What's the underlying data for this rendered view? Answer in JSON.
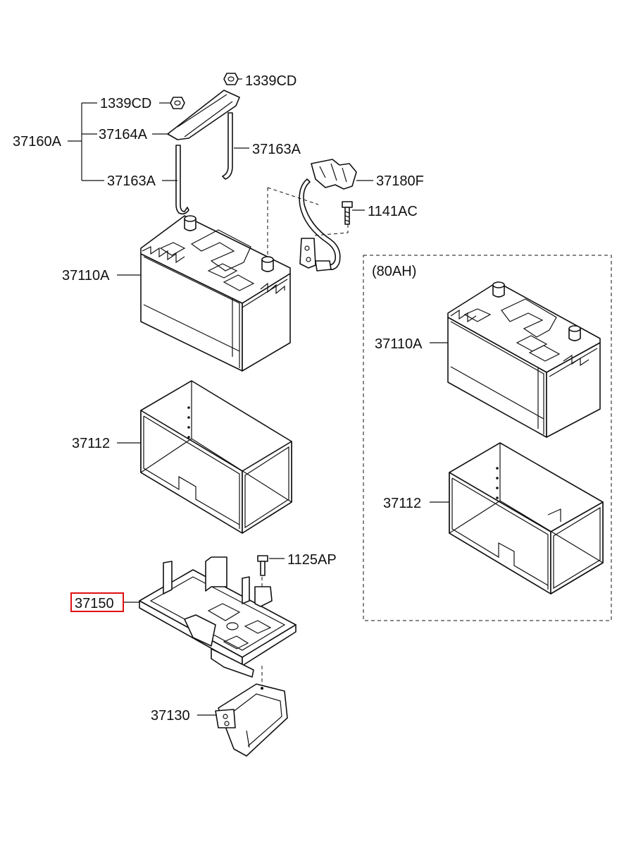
{
  "labels": {
    "p37160A": "37160A",
    "p1339CD_a": "1339CD",
    "p1339CD_b": "1339CD",
    "p37164A": "37164A",
    "p37163A_a": "37163A",
    "p37163A_b": "37163A",
    "p37180F": "37180F",
    "p1141AC": "1141AC",
    "p37110A_main": "37110A",
    "p37112_main": "37112",
    "p1125AP": "1125AP",
    "p37150": "37150",
    "p37130": "37130",
    "variant_title": "(80AH)",
    "p37110A_variant": "37110A",
    "p37112_variant": "37112"
  },
  "highlight": {
    "part": "37150",
    "color": "#e01010"
  }
}
